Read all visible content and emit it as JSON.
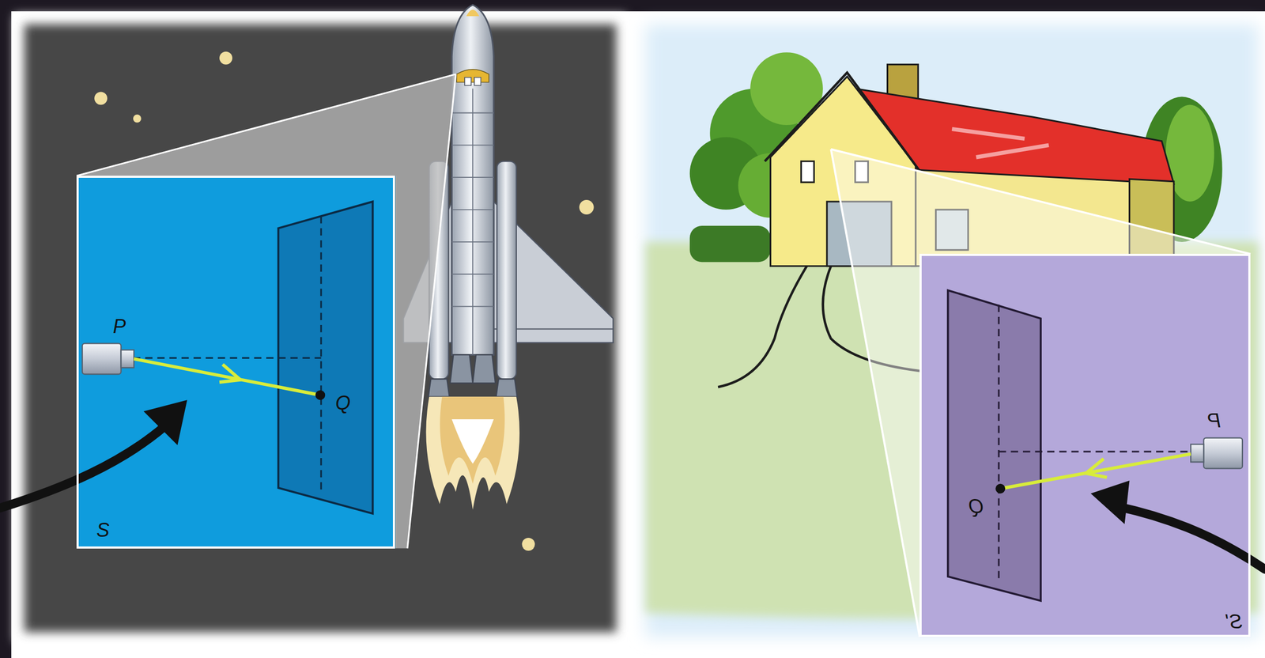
{
  "diagram": {
    "nodes": [
      {
        "text": [
          "S"
        ]
      },
      {
        "text": [
          "S'"
        ]
      }
    ],
    "labels": [
      "P",
      "Q",
      "P",
      "Q"
    ]
  }
}
